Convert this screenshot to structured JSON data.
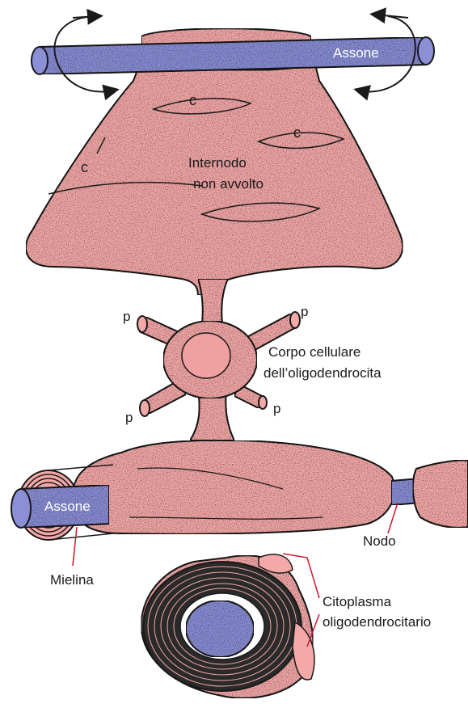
{
  "labels": {
    "axon_top": "Assone",
    "axon_bottom": "Assone",
    "internode_line1": "Internodo",
    "internode_line2": "non avvolto",
    "c_top": "c",
    "c_right": "c",
    "c_left": "c",
    "cell_body_line1": "Corpo cellulare",
    "cell_body_line2": "dell’oligodendrocita",
    "p_top_left": "p",
    "p_top_right": "p",
    "p_bottom_left": "p",
    "p_bottom_right": "p",
    "node": "Nodo",
    "myelin": "Mielina",
    "cytoplasm_line1": "Citoplasma",
    "cytoplasm_line2": "oligodendrocitario"
  },
  "colors": {
    "membrane_pink": "#f4a9a8",
    "axon_blue": "#8a8fd6",
    "outline": "#1a1a1a",
    "leader_red": "#d0182f"
  }
}
